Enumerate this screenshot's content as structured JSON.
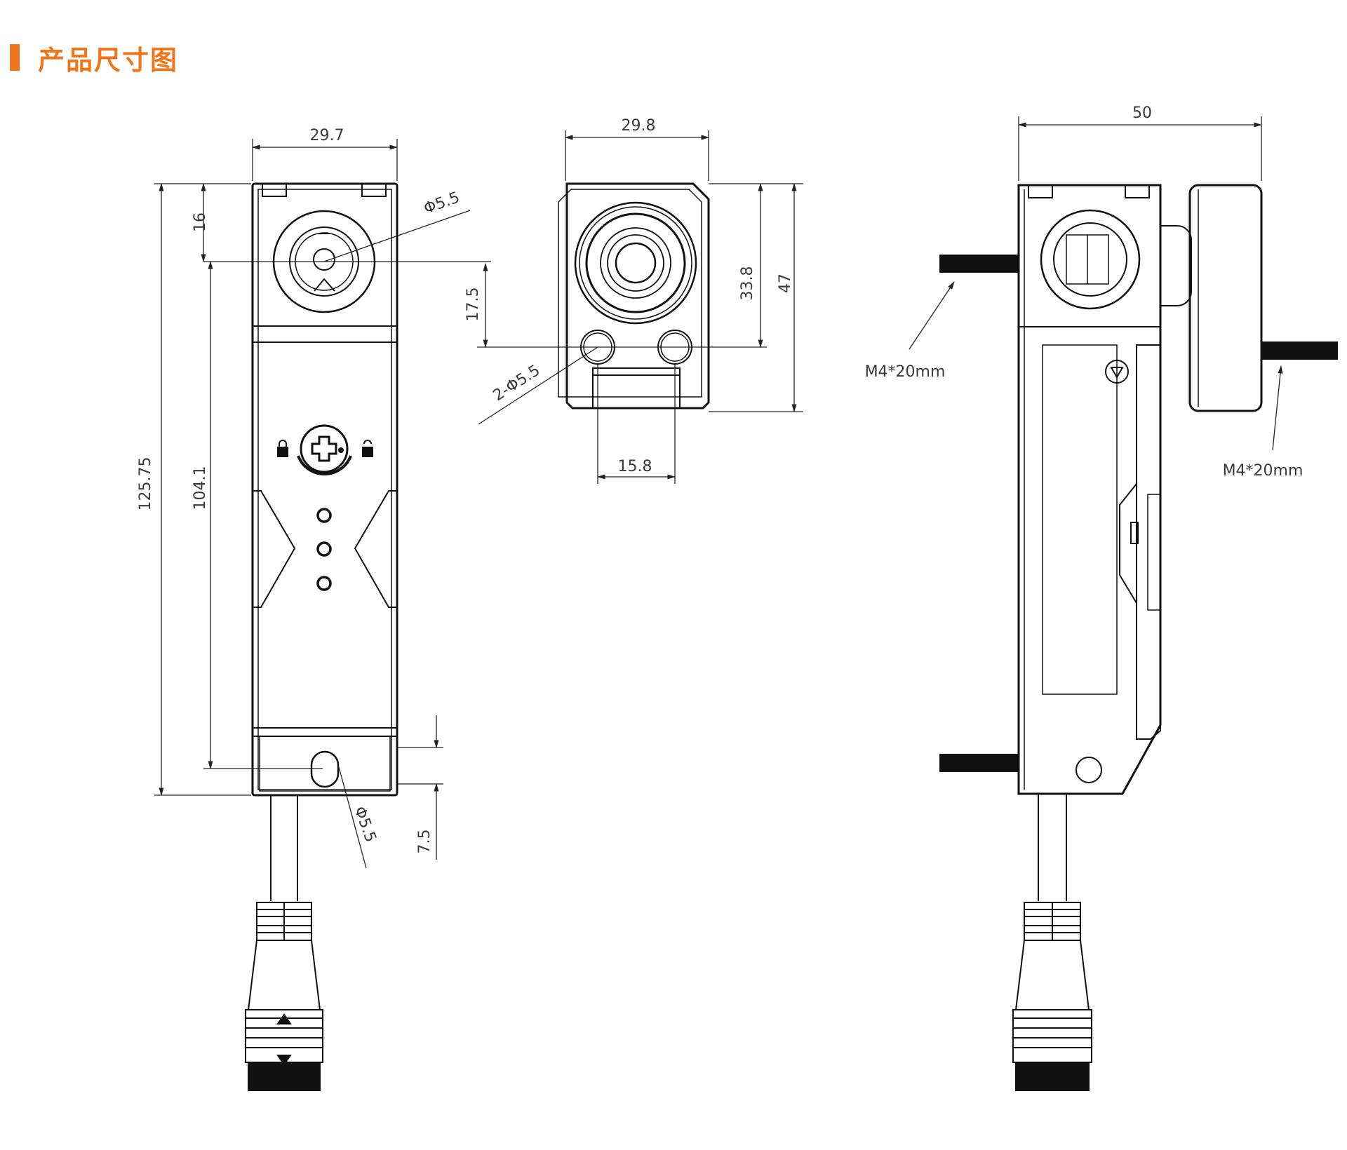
{
  "header": {
    "title": "产品尺寸图",
    "accent_color": "#f0761b"
  },
  "front_view": {
    "width": "29.7",
    "top_offset": "16",
    "total_height": "125.75",
    "hole_span": "104.1",
    "top_hole": "Φ5.5",
    "bottom_hole": "Φ5.5",
    "bottom_offset": "7.5"
  },
  "top_view": {
    "width": "29.8",
    "hole_offset": "17.5",
    "body_height": "33.8",
    "total_height": "47",
    "holes": "2-Φ5.5",
    "hole_pitch": "15.8"
  },
  "side_view": {
    "overall_width": "50",
    "screw_left": "M4*20mm",
    "screw_right": "M4*20mm"
  }
}
